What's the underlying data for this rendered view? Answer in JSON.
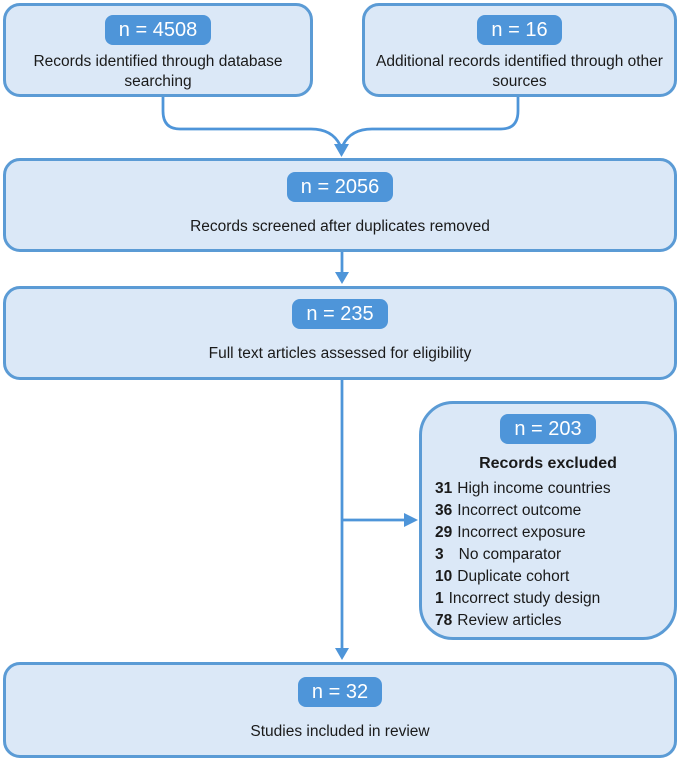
{
  "colors": {
    "accent": "#4e95d9",
    "box_fill": "#dbe8f7",
    "box_border": "#5b9bd5",
    "text": "#1a1a1a",
    "badge_text": "#ffffff"
  },
  "boxes": {
    "db_search": {
      "count": "n = 4508",
      "label": "Records identified through database searching"
    },
    "other_sources": {
      "count": "n = 16",
      "label": "Additional records identified through other sources"
    },
    "screened": {
      "count": "n = 2056",
      "label": "Records screened after duplicates removed"
    },
    "fulltext": {
      "count": "n = 235",
      "label": "Full text articles assessed for eligibility"
    },
    "included": {
      "count": "n = 32",
      "label": "Studies included in review"
    },
    "excluded": {
      "count": "n = 203",
      "title": "Records excluded",
      "items": [
        {
          "n": "31",
          "label": "High income countries"
        },
        {
          "n": "36",
          "label": "Incorrect outcome"
        },
        {
          "n": "29",
          "label": "Incorrect exposure"
        },
        {
          "n": "3",
          "label": "No comparator"
        },
        {
          "n": "10",
          "label": "Duplicate cohort"
        },
        {
          "n": "1",
          "label": "Incorrect study design"
        },
        {
          "n": "78",
          "label": "Review articles"
        }
      ]
    }
  }
}
